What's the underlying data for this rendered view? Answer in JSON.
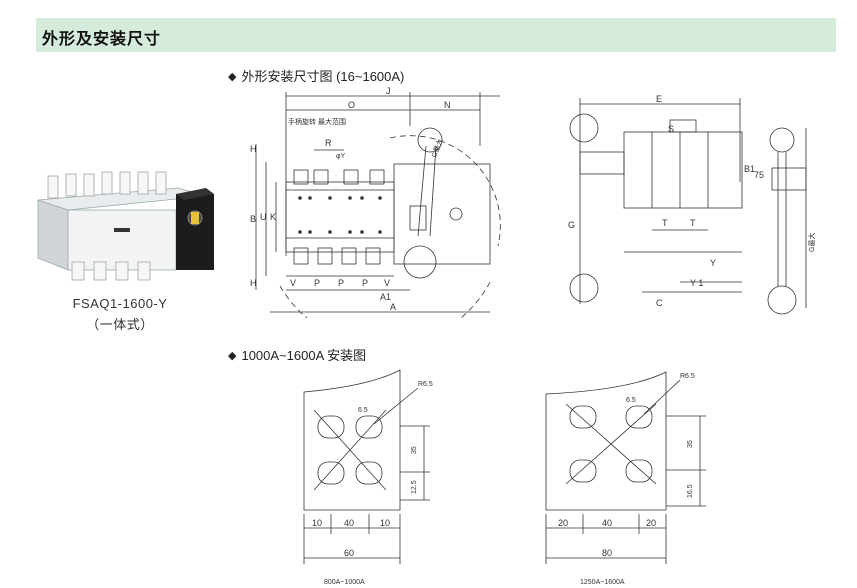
{
  "header": {
    "title": "外形及安装尺寸"
  },
  "section1": {
    "bullet": "◆",
    "title": "外形安装尺寸图 (16~1600A)"
  },
  "section2": {
    "bullet": "◆",
    "title": "1000A~1600A 安装图"
  },
  "product": {
    "model": "FSAQ1-1600-Y",
    "type": "（一体式）"
  },
  "dims_front": {
    "J": "J",
    "O": "O",
    "N": "N",
    "R": "R",
    "A": "A",
    "A1": "A1",
    "B": "B",
    "U": "U",
    "K": "K",
    "H_top": "H",
    "H_bottom": "H",
    "V": "V",
    "P1": "P",
    "P2": "P",
    "P3": "P",
    "V1": "V",
    "G_angle": "G最大",
    "phi": "φY",
    "note": "手柄旋转 最大范围"
  },
  "dims_side": {
    "E": "E",
    "S": "S",
    "B1": "B1",
    "G": "G",
    "T1": "T",
    "T2": "T",
    "Y": "Y",
    "Y1": "Y 1",
    "C": "C",
    "dim75": "75",
    "G_max": "G最大"
  },
  "mount_small": {
    "R": "R6.5",
    "d65": "6.5",
    "d35": "35",
    "d125": "12.5",
    "d10a": "10",
    "d40": "40",
    "d10b": "10",
    "d60": "60",
    "label": "800A~1000A"
  },
  "mount_large": {
    "R": "R6.5",
    "d65": "6.5",
    "d35": "35",
    "d165": "16.5",
    "d20a": "20",
    "d40": "40",
    "d20b": "20",
    "d80": "80",
    "label": "1250A~1600A"
  }
}
